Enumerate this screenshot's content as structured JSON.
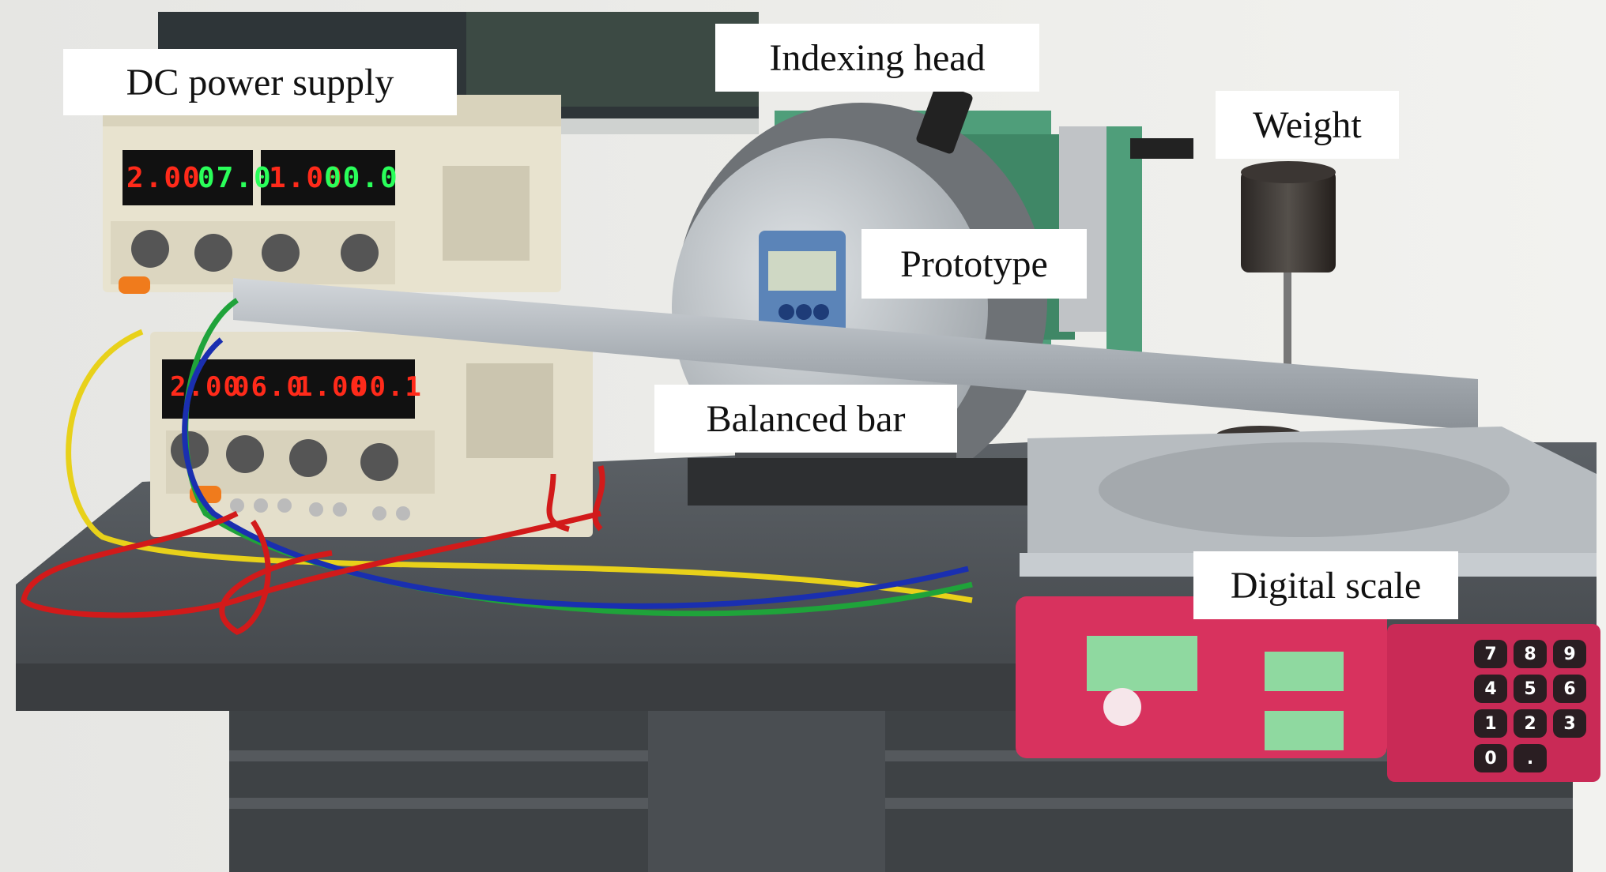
{
  "labels": {
    "dc_power_supply": "DC power supply",
    "indexing_head": "Indexing head",
    "weight": "Weight",
    "prototype": "Prototype",
    "balanced_bar": "Balanced bar",
    "digital_scale": "Digital scale"
  },
  "psu_top": {
    "v1": "2.00",
    "a1": "07.0",
    "v2": "1.00",
    "a2": "00.0"
  },
  "psu_bottom": {
    "v1": "2.00",
    "a1": "06.0",
    "v2": "1.00",
    "a2": "00.1"
  },
  "keypad": [
    "7",
    "8",
    "9",
    "4",
    "5",
    "6",
    "1",
    "2",
    "3",
    "0",
    ".",
    "",
    ""
  ],
  "colors": {
    "led_red": "#ff2a1a",
    "led_green": "#2aff5a",
    "psu_body": "#e8e3cf",
    "scale_panel": "#d8325e",
    "aluminum": "#b9bec3",
    "indexing_green": "#4f9e7a",
    "wire_red": "#d21a1a",
    "wire_yellow": "#e8d11a",
    "wire_green": "#1fa33a",
    "wire_blue": "#1a2fb0"
  }
}
